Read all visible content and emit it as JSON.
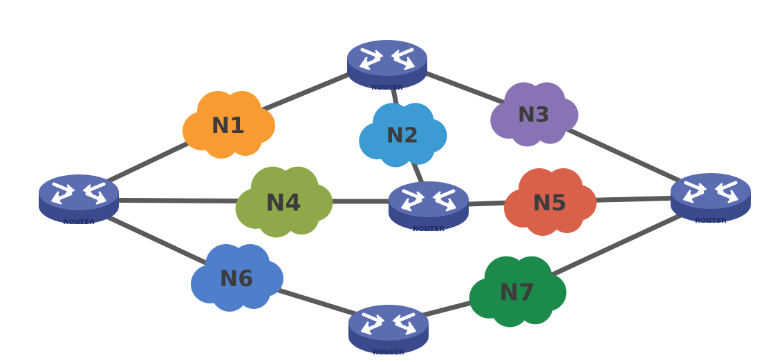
{
  "router_label": "ROUTER",
  "colors": {
    "link": "#5a5a5a",
    "router_top": "#5b6cb0",
    "router_side": "#3a4a8c",
    "router_arrow": "#ffffff",
    "n1": "#f79b32",
    "n2": "#3b9bd2",
    "n3": "#8a73b4",
    "n4": "#8fa94a",
    "n5": "#d9614a",
    "n6": "#4f7fcb",
    "n7": "#1c8a4a"
  },
  "routers": [
    {
      "id": "R1",
      "label": "ROUTER"
    },
    {
      "id": "R2",
      "label": "ROUTER"
    },
    {
      "id": "R3",
      "label": "ROUTER"
    },
    {
      "id": "R4",
      "label": "ROUTER"
    },
    {
      "id": "R5",
      "label": "ROUTER"
    }
  ],
  "networks": [
    {
      "id": "n1",
      "label": "N1"
    },
    {
      "id": "n2",
      "label": "N2"
    },
    {
      "id": "n3",
      "label": "N3"
    },
    {
      "id": "n4",
      "label": "N4"
    },
    {
      "id": "n5",
      "label": "N5"
    },
    {
      "id": "n6",
      "label": "N6"
    },
    {
      "id": "n7",
      "label": "N7"
    }
  ]
}
